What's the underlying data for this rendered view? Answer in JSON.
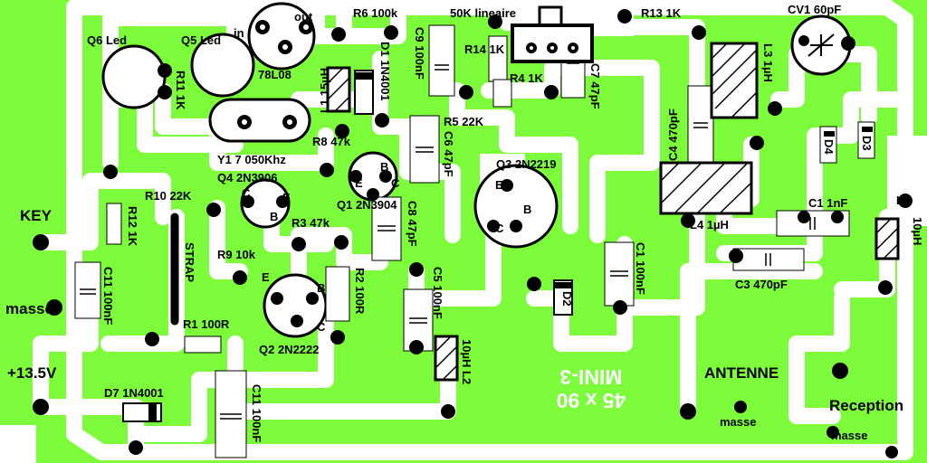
{
  "board": {
    "bg_color": "#7CFC3A",
    "copper_color": "#FFFFFF",
    "ink_color": "#000000",
    "mirrored": {
      "size": "45 x 90",
      "name": "MINI-3"
    }
  },
  "connectors": {
    "key": "KEY",
    "masse_left": "masse",
    "supply": "+13.5V",
    "antenne": "ANTENNE",
    "masse_antenne": "masse",
    "reception": "Reception",
    "masse_reception": "masse"
  },
  "labels": {
    "out": "out",
    "in": "in",
    "q6": "Q6 Led",
    "q5": "Q5 Led",
    "r11": "R11 1K",
    "reg": "78L08",
    "r6": "R6  100k",
    "pot": "50K lineaire",
    "r13": "R13 1K",
    "cv1": "CV1 60pF",
    "l1": "L1 15µH",
    "d1": "D1 1N4001",
    "c9": "C9 100nF",
    "r14": "R14 1K",
    "r4": "R4 1K",
    "c7": "C7 47pF",
    "l3": "L3 1µH",
    "c4": "C4 470pF",
    "r5": "R5 22K",
    "r8": "R8 47k",
    "c6": "C6 47pF",
    "y1": "Y1 7 050Khz",
    "q4": "Q4 2N3906",
    "q3": "Q3 2N2219",
    "d4": "D4",
    "d3": "D3",
    "r10": "R10 22K",
    "q1": "Q1 2N3904",
    "c8": "C8 47pF",
    "c1nf": "C1 1nF",
    "l5": "L5",
    "l5v": "10µH",
    "l4": "L4  1µH",
    "r12": "R12 1K",
    "strap": "STRAP",
    "r3": "R3 47k",
    "r9": "R9 10k",
    "c1": "C1 100nF",
    "c3": "C3 470pF",
    "c11a": "C11 100nF",
    "r2": "R2 100R",
    "c5": "C5 100nF",
    "d2": "D2",
    "r1": "R1 100R",
    "q2": "Q2 2N2222",
    "l2": "10µH L2",
    "d7": "D7 1N4001",
    "c11b": "C11 100nF",
    "pin_e": "E",
    "pin_b": "B",
    "pin_c": "C"
  }
}
